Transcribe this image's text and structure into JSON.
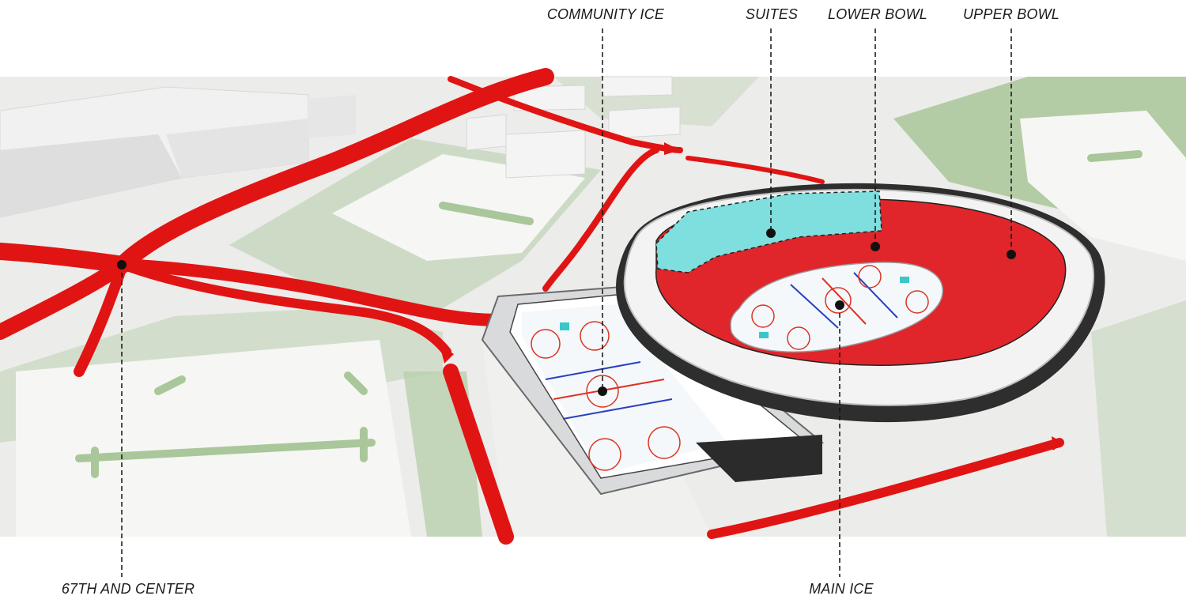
{
  "labels": {
    "community_ice": "COMMUNITY ICE",
    "suites": "SUITES",
    "lower_bowl": "LOWER BOWL",
    "upper_bowl": "UPPER BOWL",
    "intersection": "67TH AND CENTER",
    "main_ice": "MAIN ICE"
  },
  "colors": {
    "road": "#e11414",
    "suites": "#7fdede",
    "seating": "#e0262b",
    "ice": "#f4f8fb",
    "rink_blue": "#2a3fc0",
    "grass": "#a9c79a",
    "ground": "#ececea"
  }
}
